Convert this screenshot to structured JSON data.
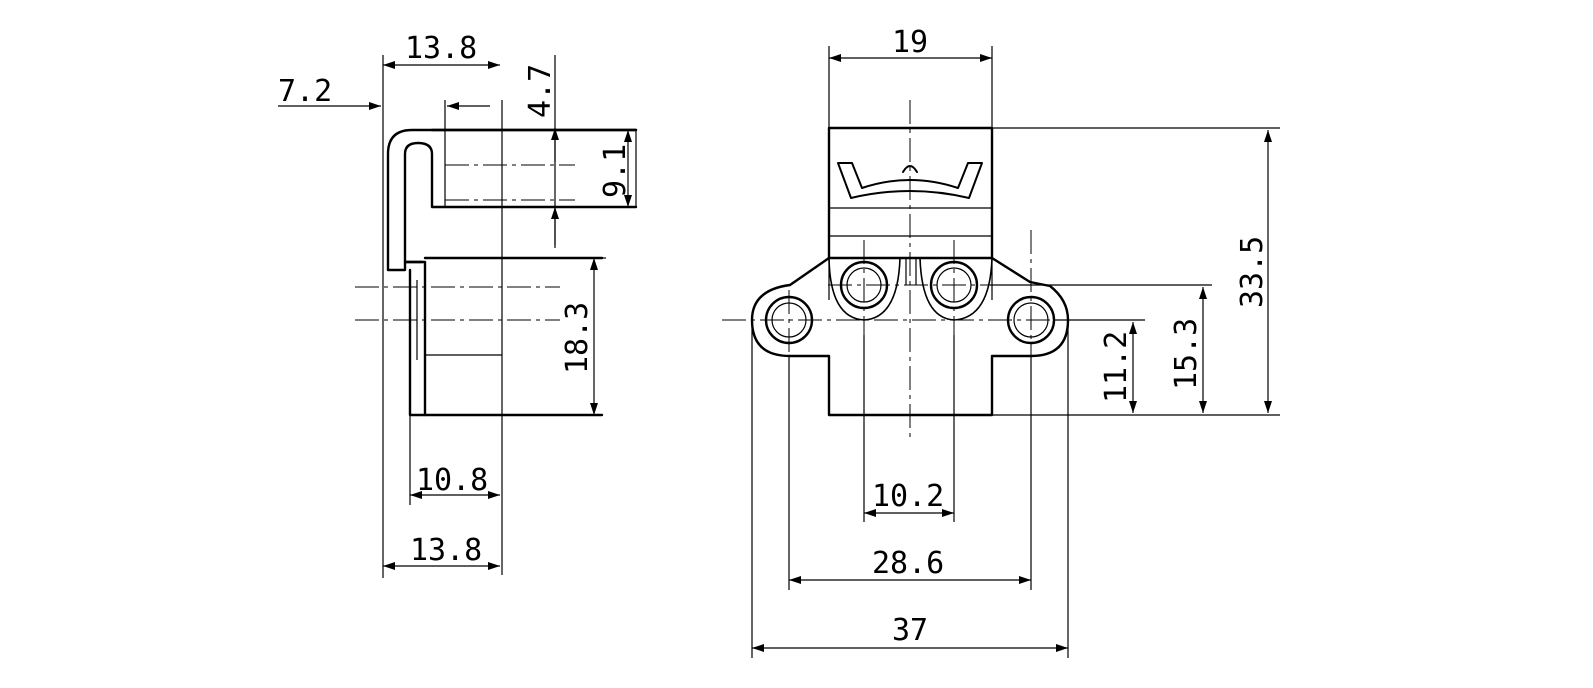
{
  "side_view": {
    "dims": {
      "top_width": "13.8",
      "offset_left": "7.2",
      "slot_height": "4.7",
      "hook_height": "9.1",
      "body_height": "18.3",
      "inner_width": "10.8",
      "bottom_width": "13.8"
    }
  },
  "front_view": {
    "dims": {
      "top_width": "19",
      "overall_height": "33.5",
      "hole_center_height_inner": "15.3",
      "hole_center_height_outer": "11.2",
      "inner_hole_spacing": "10.2",
      "outer_hole_spacing": "28.6",
      "overall_width": "37"
    }
  },
  "colors": {
    "line": "#000000",
    "background": "#ffffff"
  }
}
